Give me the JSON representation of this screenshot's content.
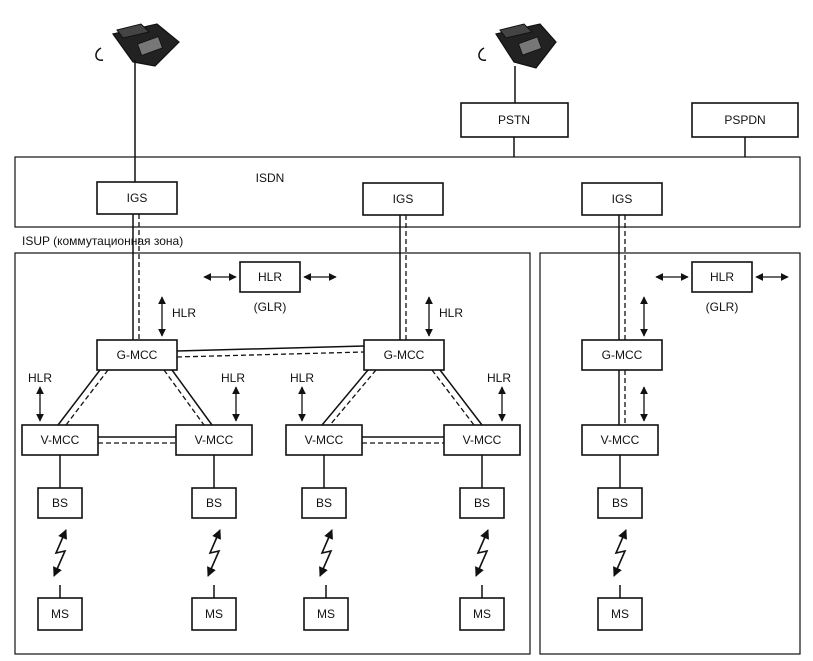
{
  "regions": {
    "isdn": "ISDN",
    "isup": "ISUP (коммутационная зона)"
  },
  "nodes": {
    "pstn": "PSTN",
    "pspdn": "PSPDN",
    "igs": "IGS",
    "hlr": "HLR",
    "glr": "(GLR)",
    "g_mcc": "G-MCC",
    "v_mcc": "V-MCC",
    "bs": "BS",
    "ms": "MS"
  },
  "icons": {
    "telephone": "telephone-icon",
    "radio_link": "lightning-radio-icon"
  }
}
